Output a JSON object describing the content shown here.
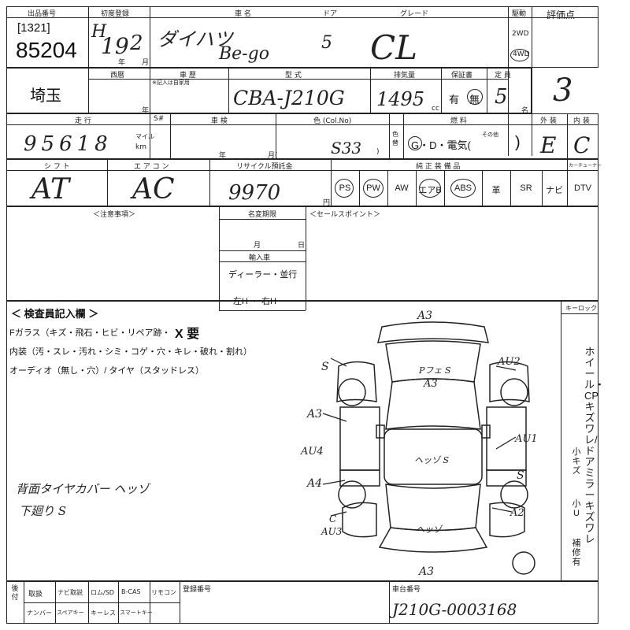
{
  "header_labels": {
    "lot_no": "出品番号",
    "first_reg": "初度登録",
    "car_name": "車 名",
    "door": "ドア",
    "grade": "グレード",
    "drive": "駆動",
    "score": "評価点",
    "seireki": "西暦",
    "vehicle_reg": "車 歴",
    "vehicle_reg_note": "※記入は自家用",
    "model": "型 式",
    "displacement": "排気量",
    "warranty": "保証書",
    "capacity": "定 員",
    "mileage": "走 行",
    "inspection": "車 検",
    "color": "色 (Col.No)",
    "fuel": "燃 料",
    "exterior": "外 装",
    "interior": "内 装",
    "shift": "シ フ ト",
    "aircon": "エ ア コ ン",
    "recycle": "リサイクル預託金",
    "equipment": "純 正 装 備 品",
    "car_tuner": "カーチューナー",
    "notes": "＜注意事項＞",
    "name_change": "名変期限",
    "sales_point": "＜セールスポイント＞",
    "import": "輸入車",
    "inspector": "＜ 検査員記入欄 ＞",
    "keylock": "キーロック",
    "accessories": "後付",
    "reg_no": "登録番号",
    "chassis_no": "車台番号"
  },
  "header_values": {
    "lot_bracket": "[1321]",
    "lot_no": "85204",
    "era": "H",
    "year": "19",
    "month": "2",
    "year_unit": "年",
    "month_unit": "月",
    "maker": "ダイハツ",
    "car_name": "Be-go",
    "doors": "5",
    "grade": "CL",
    "drive_2wd": "2WD",
    "drive_4wd": "4WD",
    "score": "3",
    "region": "埼玉",
    "seireki_unit": "年",
    "model": "CBA-J210G",
    "displacement": "1495",
    "cc": "cc",
    "warranty_yes": "有",
    "warranty_no": "無",
    "capacity": "5",
    "capacity_unit": "名",
    "mileage": "95618",
    "mile": "マイル",
    "km": "km",
    "seal": "S#",
    "insp_year": "年",
    "insp_month": "月(",
    "color_no": "S33",
    "color_close": ")",
    "color_side": "色替",
    "fuel_opts": "G・D・電気(",
    "fuel_other": "その他",
    "fuel_close": ")",
    "exterior": "E",
    "interior": "C",
    "shift": "AT",
    "aircon": "AC",
    "recycle": "9970",
    "yen": "円",
    "name_change_month": "月",
    "name_change_day": "日",
    "import_type": "ディーラー・並行",
    "steering": "左H ・ 右H"
  },
  "equipment": [
    "PS",
    "PW",
    "AW",
    "エアB",
    "ABS",
    "革",
    "SR",
    "ナビ",
    "DTV"
  ],
  "inspector_lines": [
    "Fガラス（キズ・飛石・ヒビ・リペア跡・",
    "内装（汚・スレ・汚れ・シミ・コゲ・穴・キレ・破れ・割れ）",
    "オーディオ（無し・穴）/ タイヤ（スタッドレス）"
  ],
  "x_yo": "X 要",
  "handwritten_note": [
    "背面タイヤカバー ヘッゾ",
    "下廻り S"
  ],
  "diagram_marks": {
    "front": "A3",
    "rear": "A3",
    "s_left": "S",
    "pfs": "Pフェ S",
    "a3_upper": "A3",
    "au2": "AU2",
    "a3_left": "A3",
    "au4": "AU4",
    "au1": "AU1",
    "a4": "A4",
    "roof": "ヘッゾ S",
    "s_right": "S",
    "a2": "A2",
    "c": "C",
    "au3": "AU3",
    "trunk": "ヘッゾ"
  },
  "side_vertical": "ホイール・CPキズ ワレ/ドアミラーキズ ワレ",
  "side_small": [
    "小キズ",
    "小U",
    "補修有"
  ],
  "accessory_cells": [
    "取扱",
    "ナビ取説",
    "ロム/SD",
    "B-CAS",
    "リモコン",
    "ナンバー",
    "スペアキー",
    "キーレス",
    "スマートキー"
  ],
  "chassis_no": "J210G-0003168"
}
